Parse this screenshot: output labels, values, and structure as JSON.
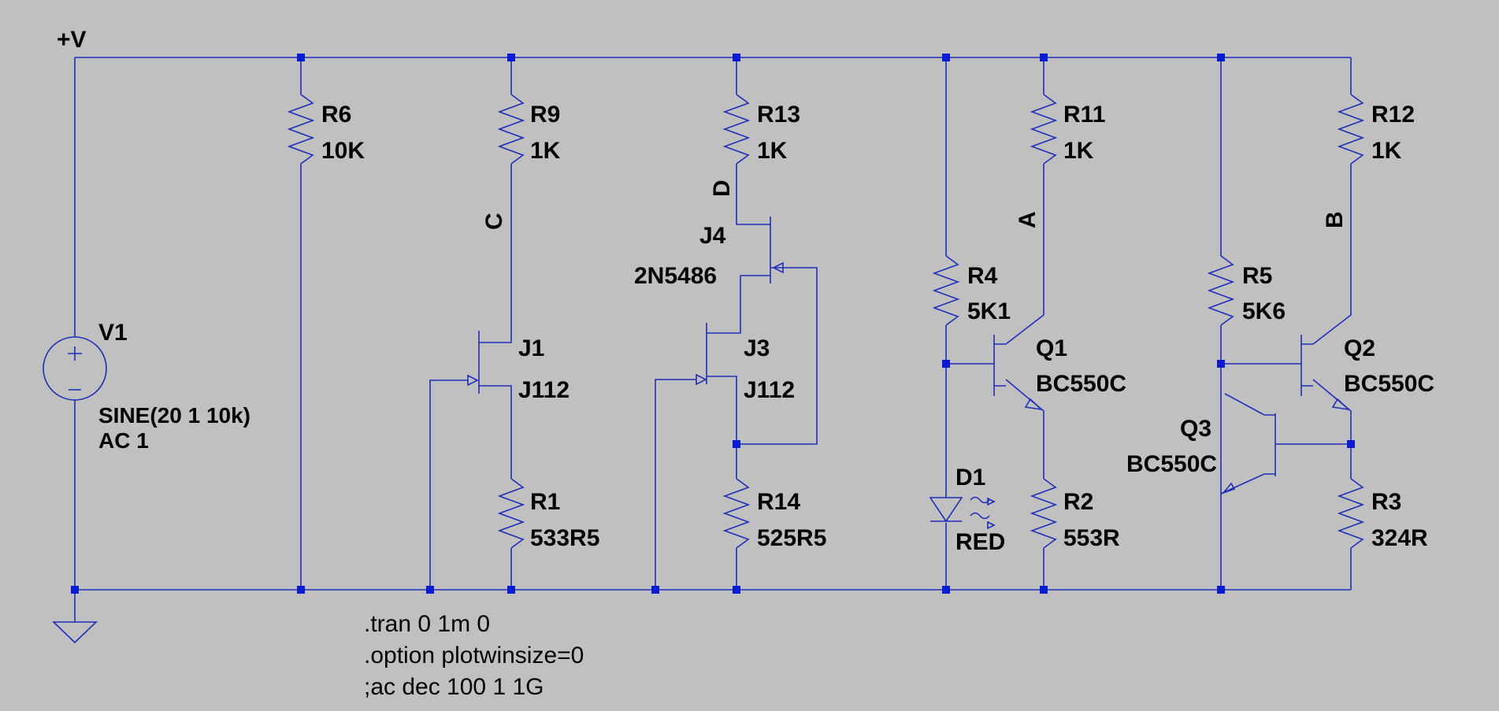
{
  "net_labels": {
    "supply": "+V",
    "c": "C",
    "d": "D",
    "a": "A",
    "b": "B"
  },
  "components": {
    "v1": {
      "ref": "V1",
      "value": "SINE(20 1 10k)",
      "value2": "AC 1"
    },
    "r6": {
      "ref": "R6",
      "value": "10K"
    },
    "r9": {
      "ref": "R9",
      "value": "1K"
    },
    "r13": {
      "ref": "R13",
      "value": "1K"
    },
    "r11": {
      "ref": "R11",
      "value": "1K"
    },
    "r12": {
      "ref": "R12",
      "value": "1K"
    },
    "j4": {
      "ref": "J4",
      "value": "2N5486"
    },
    "j1": {
      "ref": "J1",
      "value": "J112"
    },
    "j3": {
      "ref": "J3",
      "value": "J112"
    },
    "r4": {
      "ref": "R4",
      "value": "5K1"
    },
    "q1": {
      "ref": "Q1",
      "value": "BC550C"
    },
    "r5": {
      "ref": "R5",
      "value": "5K6"
    },
    "q2": {
      "ref": "Q2",
      "value": "BC550C"
    },
    "q3": {
      "ref": "Q3",
      "value": "BC550C"
    },
    "d1": {
      "ref": "D1",
      "value": "RED"
    },
    "r1": {
      "ref": "R1",
      "value": "533R5"
    },
    "r14": {
      "ref": "R14",
      "value": "525R5"
    },
    "r2": {
      "ref": "R2",
      "value": "553R"
    },
    "r3": {
      "ref": "R3",
      "value": "324R"
    }
  },
  "directives": [
    ".tran 0 1m 0",
    ".option plotwinsize=0",
    ";ac dec 100 1 1G"
  ],
  "colors": {
    "background": "#c0c0c0",
    "wire": "#1f2fb8",
    "junction": "#0a1bd6",
    "text": "#000000"
  }
}
